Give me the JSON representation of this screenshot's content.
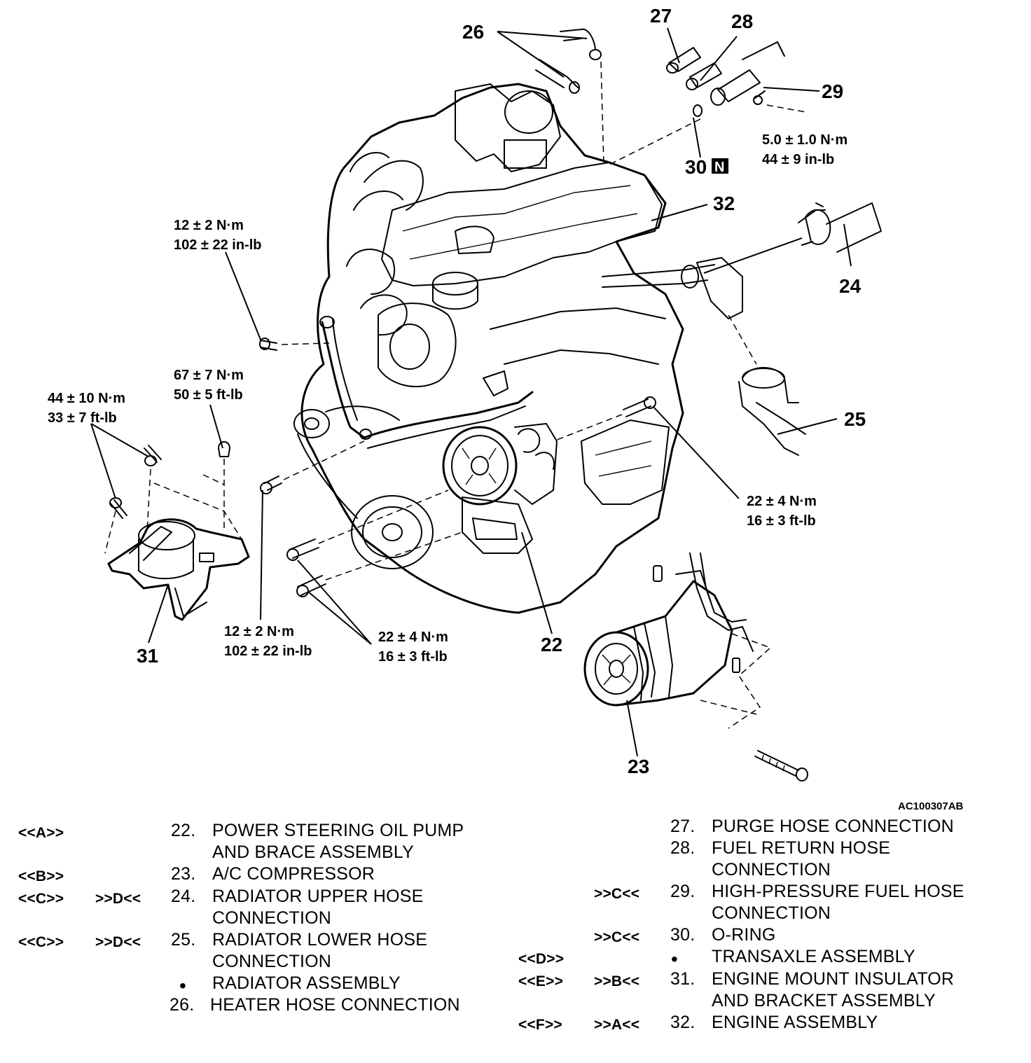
{
  "figure_id": "AC100307AB",
  "callouts": {
    "c22": "22",
    "c23": "23",
    "c24": "24",
    "c25": "25",
    "c26": "26",
    "c27": "27",
    "c28": "28",
    "c29": "29",
    "c30": "30",
    "c30_badge": "N",
    "c31": "31",
    "c32": "32"
  },
  "torques": {
    "t1a": "12 ± 2 N·m",
    "t1b": "102 ± 22 in-lb",
    "t2a": "67 ± 7 N·m",
    "t2b": "50 ± 5 ft-lb",
    "t3a": "44 ± 10 N·m",
    "t3b": "33 ± 7 ft-lb",
    "t4a": "12 ± 2 N·m",
    "t4b": "102 ± 22 in-lb",
    "t5a": "22 ± 4 N·m",
    "t5b": "16 ± 3 ft-lb",
    "t6a": "22 ± 4 N·m",
    "t6b": "16 ± 3 ft-lb",
    "t7a": "5.0 ± 1.0 N·m",
    "t7b": "44 ± 9 in-lb"
  },
  "legend_left": [
    {
      "m1": "<<A>>",
      "m2": "",
      "num": "22.",
      "line1": "POWER STEERING OIL PUMP",
      "line2": "AND BRACE ASSEMBLY"
    },
    {
      "m1": "<<B>>",
      "m2": "",
      "num": "23.",
      "line1": "A/C COMPRESSOR",
      "line2": ""
    },
    {
      "m1": "<<C>>",
      "m2": ">>D<<",
      "num": "24.",
      "line1": "RADIATOR UPPER HOSE",
      "line2": "CONNECTION"
    },
    {
      "m1": "<<C>>",
      "m2": ">>D<<",
      "num": "25.",
      "line1": "RADIATOR LOWER HOSE",
      "line2": "CONNECTION"
    },
    {
      "m1": "",
      "m2": "",
      "num": "•",
      "line1": "RADIATOR ASSEMBLY",
      "line2": ""
    },
    {
      "m1": "",
      "m2": "",
      "num": "26.",
      "line1": "HEATER HOSE CONNECTION",
      "line2": ""
    }
  ],
  "legend_right": [
    {
      "m1": "",
      "m2": "",
      "num": "27.",
      "line1": "PURGE HOSE CONNECTION",
      "line2": ""
    },
    {
      "m1": "",
      "m2": "",
      "num": "28.",
      "line1": "FUEL RETURN HOSE",
      "line2": "CONNECTION"
    },
    {
      "m1": "",
      "m2": ">>C<<",
      "num": "29.",
      "line1": "HIGH-PRESSURE FUEL HOSE",
      "line2": "CONNECTION"
    },
    {
      "m1": "",
      "m2": ">>C<<",
      "num": "30.",
      "line1": "O-RING",
      "line2": ""
    },
    {
      "m1": "<<D>>",
      "m2": "",
      "num": "•",
      "line1": "TRANSAXLE ASSEMBLY",
      "line2": ""
    },
    {
      "m1": "<<E>>",
      "m2": ">>B<<",
      "num": "31.",
      "line1": "ENGINE MOUNT INSULATOR",
      "line2": "AND BRACKET ASSEMBLY"
    },
    {
      "m1": "<<F>>",
      "m2": ">>A<<",
      "num": "32.",
      "line1": "ENGINE ASSEMBLY",
      "line2": ""
    }
  ]
}
